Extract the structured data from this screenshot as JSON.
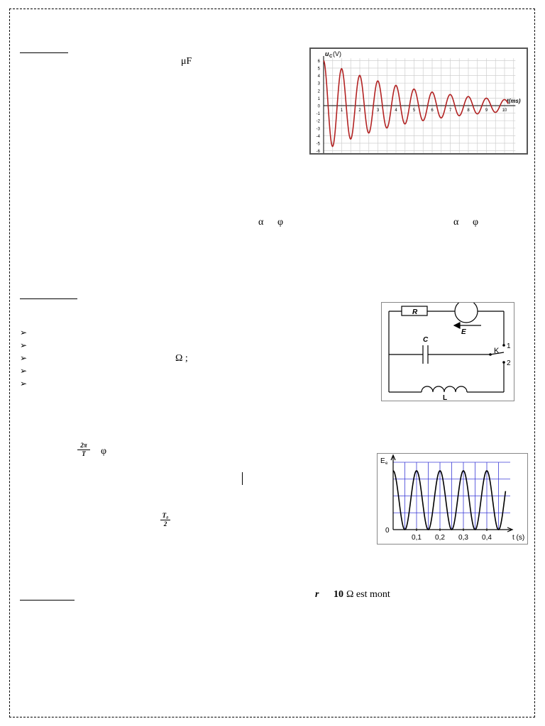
{
  "section1": {
    "unit_microfarad": "μF",
    "alpha_1": "α",
    "phi_1": "φ",
    "alpha_2": "α",
    "phi_2": "φ"
  },
  "graph_uc": {
    "ylabel": "u",
    "ylabel_sub": "C",
    "ylabel_unit": "(V)",
    "xlabel": "t(ms)",
    "y_ticks": [
      "6",
      "5",
      "4",
      "3",
      "2",
      "1",
      "0",
      "-1",
      "-2",
      "-3",
      "-4",
      "-5",
      "-6"
    ],
    "x_ticks": [
      "1",
      "2",
      "3",
      "4",
      "5",
      "6",
      "7",
      "8",
      "9",
      "10"
    ],
    "curve_color": "#b22222"
  },
  "section2": {
    "omega_semicolon": "Ω ;"
  },
  "circuit": {
    "label_R": "R",
    "label_E": "E",
    "label_C": "C",
    "label_K": "K",
    "label_1": "1",
    "label_2": "2",
    "label_L": "L"
  },
  "section3": {
    "frac_num": "2π",
    "frac_den": "T",
    "phi": "φ",
    "frac2_num": "T₀",
    "frac2_den": "2"
  },
  "graph_ee": {
    "ylabel": "E",
    "ylabel_sub": "e",
    "origin": "0",
    "xlabel": "t (s)",
    "x_ticks": [
      "0,1",
      "0,2",
      "0,3",
      "0,4"
    ],
    "grid_color": "#3b3bd6"
  },
  "section4": {
    "var_r": "r",
    "value": "10",
    "unit_tail": "Ω est mont"
  }
}
